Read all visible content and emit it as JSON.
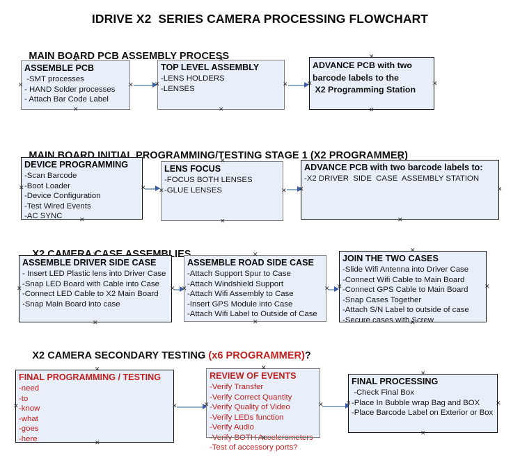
{
  "document": {
    "title": "IDRIVE X2  SERIES CAMERA PROCESSING FLOWCHART"
  },
  "colors": {
    "box_fill": "#e9eff8",
    "box_border": "#121212",
    "arrow_line": "#91abc3",
    "arrow_head": "#3a5fa8",
    "text": "#111111",
    "accent_red": "#c0201f"
  },
  "sections": [
    {
      "id": "main-board-pcb-assembly",
      "header": "MAIN BOARD PCB ASSEMBLY PROCESS",
      "header_red": "",
      "header_tail": "",
      "boxes": [
        {
          "id": "assemble-pcb",
          "title": "ASSEMBLE PCB",
          "lines": [
            " -SMT processes",
            "- HAND Solder processes",
            "- Attach Bar Code Label"
          ]
        },
        {
          "id": "top-level-assembly",
          "title": "TOP LEVEL ASSEMBLY",
          "lines": [
            "-LENS HOLDERS",
            "-LENSES"
          ]
        },
        {
          "id": "advance-pcb-to-x2-programming-station",
          "title": "ADVANCE PCB with two",
          "lines": [
            "barcode labels to the",
            " X2 Programming Station"
          ]
        }
      ]
    },
    {
      "id": "main-board-initial-programming",
      "header": "MAIN BOARD INITIAL PROGRAMMING/TESTING STAGE 1 (X2 PROGRAMMER)",
      "header_red": "",
      "header_tail": "",
      "boxes": [
        {
          "id": "device-programming",
          "title": "DEVICE PROGRAMMING",
          "lines": [
            "-Scan Barcode",
            "-Boot Loader",
            "-Device Configuration",
            "-Test Wired Events",
            "-AC SYNC"
          ]
        },
        {
          "id": "lens-focus",
          "title": "LENS FOCUS",
          "lines": [
            "-FOCUS BOTH LENSES",
            "-GLUE LENSES"
          ]
        },
        {
          "id": "advance-pcb-to-driver-side-case-station",
          "title": "ADVANCE PCB with two barcode labels to:",
          "lines": [
            "-X2 DRIVER  SIDE  CASE  ASSEMBLY STATION"
          ]
        }
      ]
    },
    {
      "id": "x2-camera-case-assemblies",
      "header": "X2 CAMERA CASE ASSEMBLIES",
      "header_red": "",
      "header_tail": "",
      "boxes": [
        {
          "id": "assemble-driver-side-case",
          "title": "ASSEMBLE DRIVER SIDE CASE",
          "lines": [
            "- Insert LED Plastic lens into Driver Case",
            "-Snap LED Board with Cable into Case",
            "-Connect LED Cable to X2 Main Board",
            "-Snap Main Board into case"
          ]
        },
        {
          "id": "assemble-road-side-case",
          "title": "ASSEMBLE ROAD SIDE CASE",
          "lines": [
            "-Attach Support Spur to Case",
            "-Attach Windshield Support",
            "-Attach Wifi Assembly to Case",
            "-Insert GPS Module into Case",
            "-Attach Wifi Label to Outside of Case"
          ]
        },
        {
          "id": "join-the-two-cases",
          "title": "JOIN THE TWO CASES",
          "lines": [
            "-Slide Wifi Antenna into Driver Case",
            "-Connect Wifi Cable to Main Board",
            "-Connect GPS Cable to Main Board",
            "-Snap Cases Together",
            "-Attach S/N Label to outside of case",
            "-Secure cases with Screw"
          ]
        }
      ]
    },
    {
      "id": "x2-camera-secondary-testing",
      "header": "X2 CAMERA SECONDARY TESTING ",
      "header_red": "(x6 PROGRAMMER)",
      "header_tail": "?",
      "boxes": [
        {
          "id": "final-programming-testing",
          "title": "FINAL PROGRAMMING / TESTING",
          "lines": [
            "-need",
            "-to",
            "-know",
            "-what",
            "-goes",
            "-here"
          ]
        },
        {
          "id": "review-of-events",
          "title": "REVIEW OF EVENTS",
          "lines": [
            "-Verify Transfer",
            "-Verify Correct Quantity",
            "-Verify Quality of Video",
            "-Verify LEDs function",
            "-Verify Audio",
            "-Verify BOTH Accelerometers",
            "-Test of accessory ports?"
          ]
        },
        {
          "id": "final-processing",
          "title": "FINAL PROCESSING",
          "lines": [
            " -Check Final Box",
            "-Place In Bubble wrap Bag and BOX",
            "-Place Barcode Label on Exterior or Box"
          ]
        }
      ]
    }
  ]
}
